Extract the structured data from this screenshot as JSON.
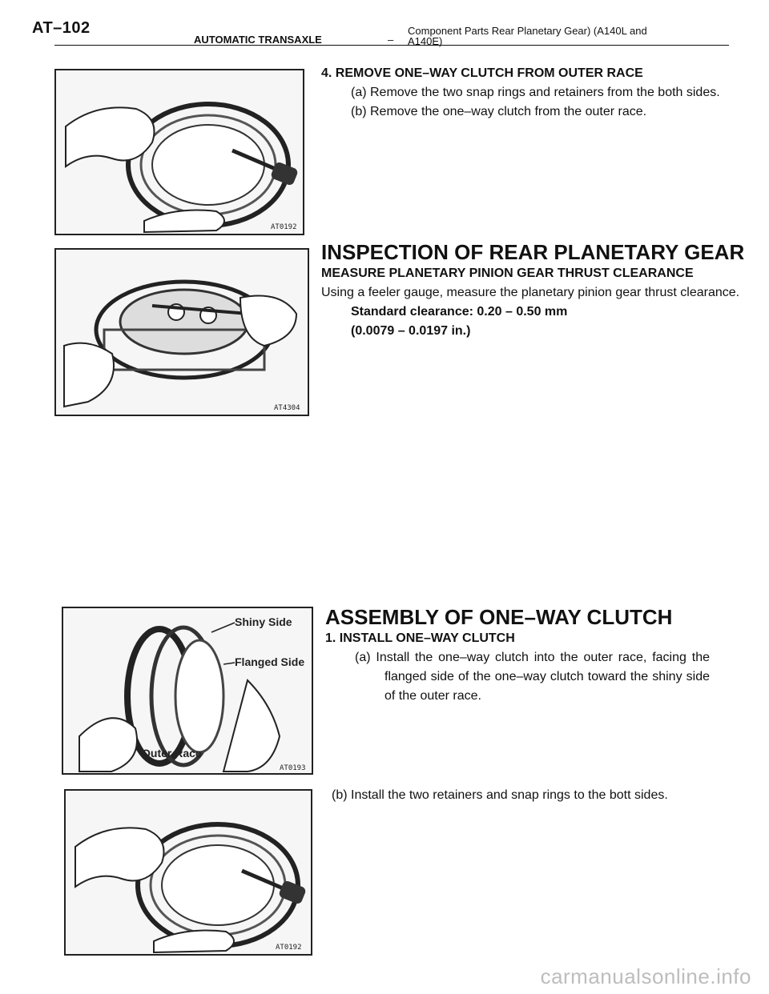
{
  "header": {
    "page_number": "AT–102",
    "section": "AUTOMATIC TRANSAXLE",
    "dash": "–",
    "topic": "Component Parts Rear Planetary Gear) (A140L and A140E)"
  },
  "figures": {
    "fig1_code": "AT0192",
    "fig2_code": "AT4304",
    "fig3_code": "AT0193",
    "fig3_labels": {
      "shiny_side": "Shiny Side",
      "flanged_side": "Flanged Side",
      "outer_race": "Outer Race"
    },
    "fig4_code": "AT0192"
  },
  "step4": {
    "heading": "4. REMOVE ONE–WAY CLUTCH FROM OUTER RACE",
    "a": "(a) Remove the two snap rings and retainers from the both sides.",
    "b": "(b) Remove the one–way clutch from the outer race."
  },
  "inspection": {
    "title": "INSPECTION OF REAR PLANETARY GEAR",
    "subhead": "MEASURE PLANETARY PINION GEAR THRUST CLEARANCE",
    "body": "Using a feeler gauge, measure the planetary pinion gear thrust clearance.",
    "spec1": "Standard clearance: 0.20 – 0.50 mm",
    "spec2": "(0.0079 – 0.0197 in.)"
  },
  "assembly": {
    "title": "ASSEMBLY OF ONE–WAY CLUTCH",
    "step1": "1. INSTALL ONE–WAY CLUTCH",
    "a": "(a) Install the one–way clutch into the outer race, facing the flanged side of the one–way clutch toward the shiny side of the outer race.",
    "b": "(b) Install the two retainers and snap rings to the bott sides."
  },
  "watermark": "carmanualsonline.info"
}
